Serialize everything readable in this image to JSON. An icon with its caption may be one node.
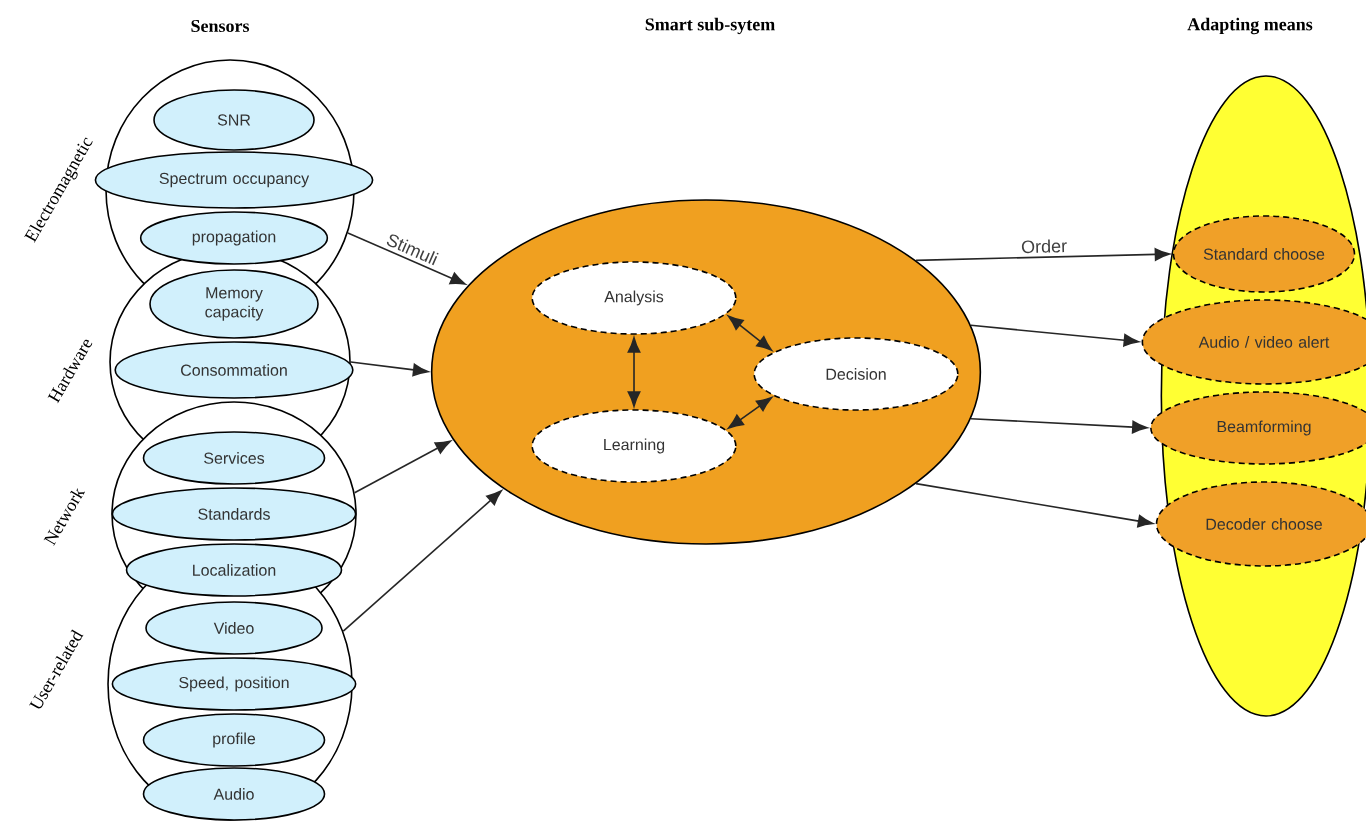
{
  "diagram": {
    "nodes": [
      {
        "text": [
          "Electromagnetic"
        ]
      },
      {
        "text": [
          "SNR"
        ],
        "in": 0
      },
      {
        "text": [
          "Spectrum occupancy"
        ],
        "in": 0
      },
      {
        "text": [
          "propagation"
        ],
        "in": 0
      },
      {
        "text": [
          "Hardware"
        ]
      },
      {
        "text": [
          "Memory capacity"
        ],
        "in": 4
      },
      {
        "text": [
          "Consommation"
        ],
        "in": 4
      },
      {
        "text": [
          "Network"
        ]
      },
      {
        "text": [
          "Services"
        ],
        "in": 7
      },
      {
        "text": [
          "Standards"
        ],
        "in": 7
      },
      {
        "text": [
          "Localization"
        ]
      },
      {
        "text": [
          "User-related"
        ]
      },
      {
        "text": [
          "Video"
        ],
        "in": 11
      },
      {
        "text": [
          "Speed, position"
        ],
        "in": 11
      },
      {
        "text": [
          "profile"
        ],
        "in": 11
      },
      {
        "text": [
          "Audio"
        ],
        "in": 11
      },
      {
        "text": [],
        "shape": "ellipse"
      },
      {
        "text": [
          "Analysis"
        ],
        "in": 16
      },
      {
        "text": [
          "Learning"
        ],
        "in": 16
      },
      {
        "text": [
          "Decision"
        ],
        "in": 16
      },
      {
        "text": [],
        "shape": "ellipse"
      },
      {
        "text": [
          "Standard choose"
        ],
        "in": 20
      },
      {
        "text": [
          "Audio / video alert"
        ],
        "in": 20
      },
      {
        "text": [
          "Beamforming"
        ],
        "in": 20
      },
      {
        "text": [
          "Decoder choose"
        ],
        "in": 20
      }
    ],
    "edges": [
      {
        "from": 0,
        "to": 16,
        "arrow": "to",
        "label": "Stimuli"
      },
      {
        "from": 4,
        "to": 16,
        "arrow": "to"
      },
      {
        "from": 7,
        "to": 16,
        "arrow": "to"
      },
      {
        "from": 11,
        "to": 16,
        "arrow": "to"
      },
      {
        "from": 17,
        "to": 18,
        "arrow": "both"
      },
      {
        "from": 17,
        "to": 19,
        "arrow": "both"
      },
      {
        "from": 18,
        "to": 19,
        "arrow": "both"
      },
      {
        "from": 16,
        "to": 21,
        "arrow": "to",
        "label": "Order"
      },
      {
        "from": 16,
        "to": 22,
        "arrow": "to"
      },
      {
        "from": 16,
        "to": 23,
        "arrow": "to"
      },
      {
        "from": 16,
        "to": 24,
        "arrow": "to"
      }
    ],
    "labels": [
      "Sensors",
      "Smart sub-sytem",
      "Adapting means"
    ]
  }
}
